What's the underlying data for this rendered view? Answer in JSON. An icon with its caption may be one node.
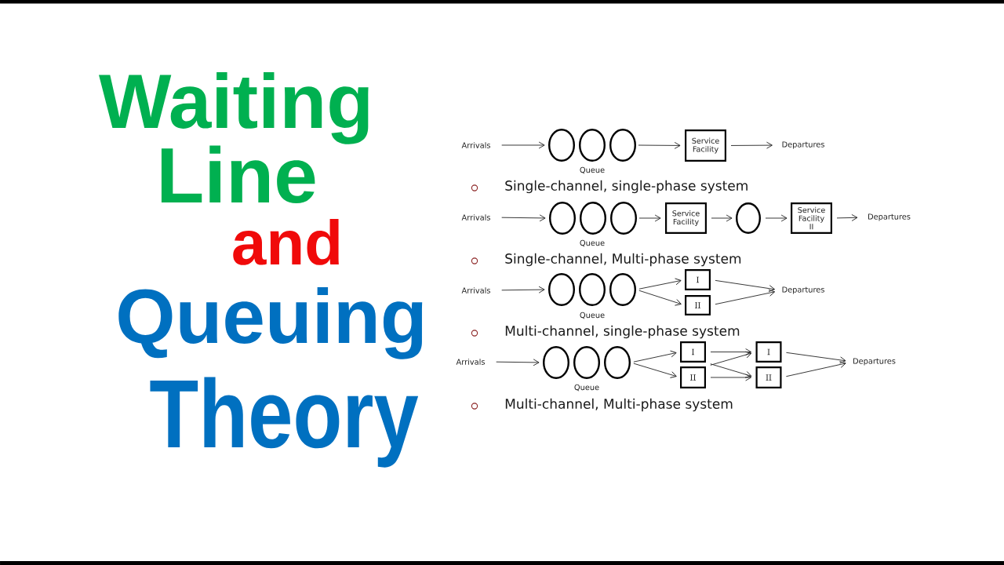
{
  "diagram": {
    "nodes": [
      {
        "text": [
          "Arrivals"
        ]
      },
      {
        "text": [],
        "shape": "circle"
      },
      {
        "text": [],
        "shape": "circle"
      },
      {
        "text": [],
        "shape": "circle"
      },
      {
        "text": [
          "Service Facility"
        ]
      },
      {
        "text": [
          "Departures"
        ]
      },
      {
        "text": [
          "Arrivals"
        ]
      },
      {
        "text": [],
        "shape": "circle"
      },
      {
        "text": [],
        "shape": "circle"
      },
      {
        "text": [],
        "shape": "circle"
      },
      {
        "text": [
          "Service Facility"
        ]
      },
      {
        "text": [],
        "shape": "circle"
      },
      {
        "text": [
          "Service Facility II"
        ]
      },
      {
        "text": [
          "Departures"
        ]
      },
      {
        "text": [
          "Arrivals"
        ]
      },
      {
        "text": [],
        "shape": "circle"
      },
      {
        "text": [],
        "shape": "circle"
      },
      {
        "text": [],
        "shape": "circle"
      },
      {
        "text": [
          "I"
        ]
      },
      {
        "text": [
          "II"
        ]
      },
      {
        "text": [
          "Departures"
        ]
      },
      {
        "text": [
          "Arrivals"
        ]
      },
      {
        "text": [],
        "shape": "circle"
      },
      {
        "text": [],
        "shape": "circle"
      },
      {
        "text": [],
        "shape": "circle"
      },
      {
        "text": [
          "I"
        ]
      },
      {
        "text": [
          "II"
        ]
      },
      {
        "text": [
          "I"
        ]
      },
      {
        "text": [
          "II"
        ]
      },
      {
        "text": [
          "Departures"
        ]
      }
    ],
    "edges": [
      {
        "from": 0,
        "to": 1,
        "arrow": "to"
      },
      {
        "from": 3,
        "to": 4,
        "arrow": "to"
      },
      {
        "from": 4,
        "to": 5,
        "arrow": "to"
      },
      {
        "from": 6,
        "to": 7,
        "arrow": "to"
      },
      {
        "from": 9,
        "to": 10,
        "arrow": "to"
      },
      {
        "from": 10,
        "to": 11,
        "arrow": "to"
      },
      {
        "from": 11,
        "to": 12,
        "arrow": "to"
      },
      {
        "from": 12,
        "to": 13,
        "arrow": "to"
      },
      {
        "from": 14,
        "to": 15,
        "arrow": "to"
      },
      {
        "from": 17,
        "to": 18,
        "arrow": "to"
      },
      {
        "from": 17,
        "to": 19,
        "arrow": "to"
      },
      {
        "from": 18,
        "to": 20,
        "arrow": "to"
      },
      {
        "from": 19,
        "to": 20,
        "arrow": "to"
      },
      {
        "from": 21,
        "to": 22,
        "arrow": "to"
      },
      {
        "from": 24,
        "to": 25,
        "arrow": "to"
      },
      {
        "from": 24,
        "to": 26,
        "arrow": "to"
      },
      {
        "from": 25,
        "to": 27,
        "arrow": "to"
      },
      {
        "from": 25,
        "to": 28,
        "arrow": "to"
      },
      {
        "from": 26,
        "to": 27,
        "arrow": "to"
      },
      {
        "from": 26,
        "to": 28,
        "arrow": "to"
      },
      {
        "from": 27,
        "to": 29,
        "arrow": "to"
      },
      {
        "from": 28,
        "to": 29,
        "arrow": "to"
      }
    ],
    "labels": [
      "Waiting",
      "Line",
      "and",
      "Queuing",
      "Theory",
      "Queue",
      "Single-channel, single-phase system",
      "Queue",
      "Single-channel, Multi-phase system",
      "Queue",
      "Multi-channel, single-phase system",
      "Queue",
      "Multi-channel, Multi-phase system"
    ]
  }
}
